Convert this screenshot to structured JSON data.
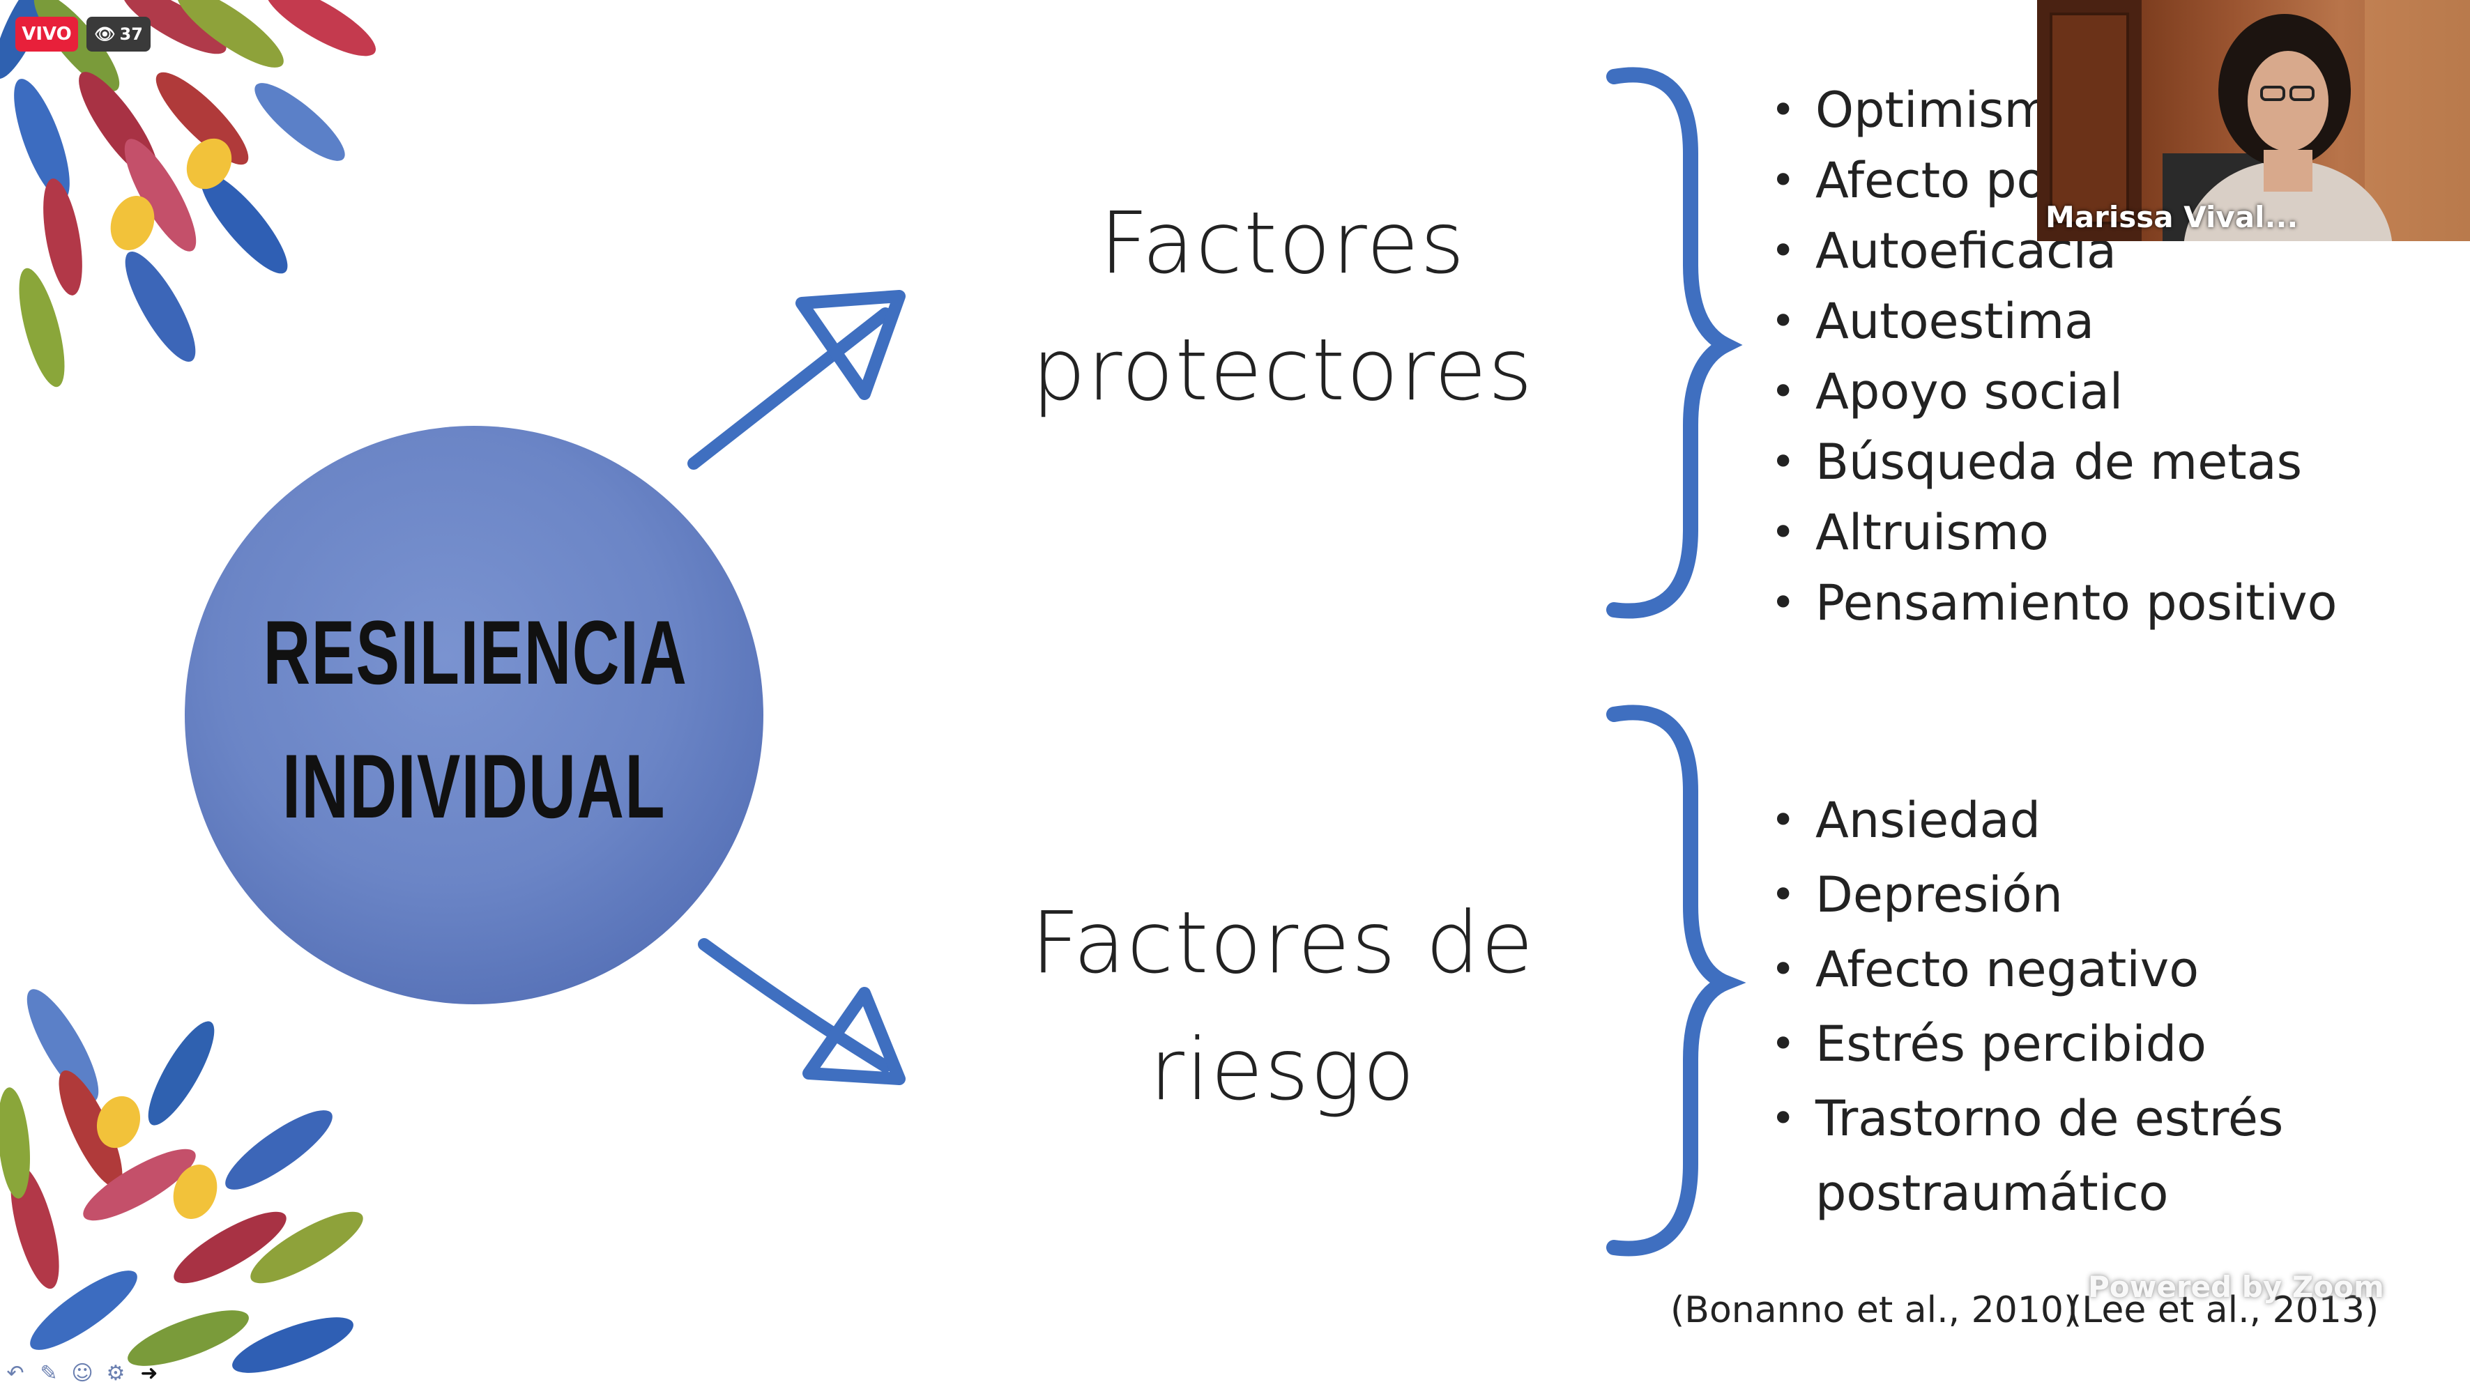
{
  "meeting": {
    "live_label": "VIVO",
    "viewer_count": "37",
    "participant_name": "Marissa Vival...",
    "watermark": "Powered by Zoom",
    "toolbar_icons": [
      "undo-icon",
      "pen-icon",
      "smiley-icon",
      "settings-icon",
      "next-arrow-icon"
    ]
  },
  "slide": {
    "circle": {
      "lines": [
        "RESILIENCIA",
        "INDIVIDUAL"
      ]
    },
    "protective": {
      "heading_lines": [
        "Factores",
        "protectores"
      ],
      "items": [
        "Optimismo",
        "Afecto positivo",
        "Autoeficacia",
        "Autoestima",
        "Apoyo social",
        "Búsqueda de metas",
        "Altruismo",
        "Pensamiento positivo"
      ]
    },
    "risk": {
      "heading_lines": [
        "Factores de",
        "riesgo"
      ],
      "items": [
        "Ansiedad",
        "Depresión",
        "Afecto negativo",
        "Estrés percibido",
        "Trastorno de estrés postraumático"
      ]
    },
    "citations": [
      "(Bonanno et al., 2010)",
      "(Lee et al., 2013)"
    ]
  },
  "colors": {
    "accent_blue": "#3f6fc0",
    "circle_blue": "#6b85c6",
    "live_red": "#e8203a"
  }
}
